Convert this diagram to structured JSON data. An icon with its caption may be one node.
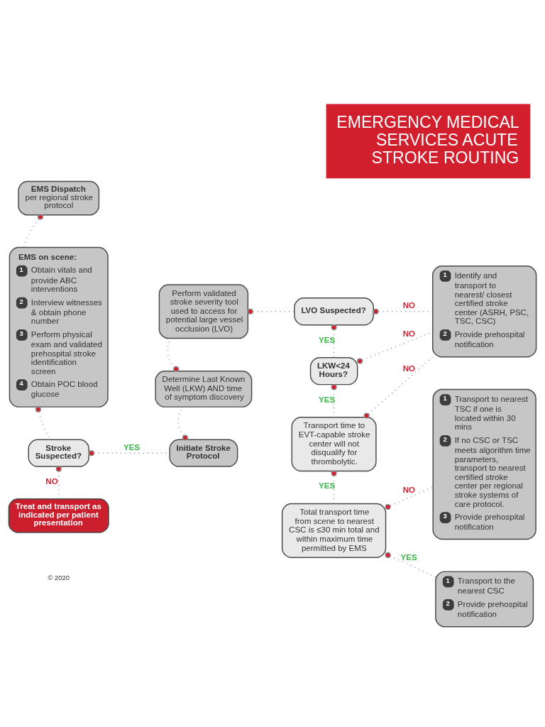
{
  "diagram": {
    "title": "EMERGENCY MEDICAL SERVICES ACUTE STROKE ROUTING",
    "nodes": [
      {
        "text": [
          "EMS Dispatch",
          "per regional stroke protocol"
        ]
      },
      {
        "text": [
          "Perform validated stroke severity tool used to access for potential large vessel occlusion (LVO)"
        ]
      },
      {
        "text": [
          "LVO Suspected?"
        ]
      },
      {
        "text": [
          "1",
          "Identify and transport to nearest/ closest certified stroke center (ASRH, PSC, TSC, CSC)",
          "2",
          "Provide prehospital notification"
        ]
      },
      {
        "text": [
          "EMS on scene:",
          "1",
          "Obtain vitals and provide ABC interventions",
          "2",
          "Interview witnesses & obtain phone number",
          "3",
          "Perform physical exam and validated prehospital stroke identification screen",
          "4",
          "Obtain POC blood glucose"
        ]
      },
      {
        "text": [
          "Determine Last Known Well (LKW) AND time of symptom discovery"
        ]
      },
      {
        "text": [
          "LKW<24 Hours?"
        ]
      },
      {
        "text": [
          "1",
          "Transport to nearest TSC if one is located within 30 mins",
          "2",
          "If no CSC or TSC meets algorithm time parameters, transport to nearest certified stroke center per regional stroke systems of care protocol.",
          "3",
          "Provide prehospital notification"
        ]
      },
      {
        "text": [
          "Initiate Stroke Protocol"
        ]
      },
      {
        "text": [
          "Transport time to EVT-capable stroke center will not disqualify for thrombolytic."
        ]
      },
      {
        "text": [
          "Stroke Suspected?"
        ]
      },
      {
        "text": [
          "Total transport time from scene to nearest CSC is ≤30 min total and within maximum time permitted by EMS"
        ]
      },
      {
        "text": [
          "Treat and transport as indicated per patient presentation"
        ]
      },
      {
        "text": [
          "1",
          "Transport to the nearest CSC",
          "2",
          "Provide prehospital notification"
        ]
      }
    ],
    "edges": [
      {
        "from": 0,
        "to": 4,
        "arrow": "other"
      },
      {
        "from": 4,
        "to": 10,
        "arrow": "other"
      },
      {
        "from": 10,
        "to": 8,
        "arrow": "other",
        "label": "YES"
      },
      {
        "from": 10,
        "to": 12,
        "arrow": "other",
        "label": "NO"
      },
      {
        "from": 8,
        "to": 5,
        "arrow": "other"
      },
      {
        "from": 5,
        "to": 1,
        "arrow": "other"
      },
      {
        "from": 1,
        "to": 2,
        "arrow": "other"
      },
      {
        "from": 2,
        "to": 3,
        "arrow": "other",
        "label": "NO"
      },
      {
        "from": 2,
        "to": 6,
        "arrow": "other",
        "label": "YES"
      },
      {
        "from": 6,
        "to": 3,
        "arrow": "other",
        "label": "NO"
      },
      {
        "from": 6,
        "to": 9,
        "arrow": "other",
        "label": "YES"
      },
      {
        "from": 9,
        "to": 3,
        "arrow": "other",
        "label": "NO"
      },
      {
        "from": 9,
        "to": 11,
        "arrow": "other",
        "label": "YES"
      },
      {
        "from": 11,
        "to": 7,
        "arrow": "other",
        "label": "NO"
      },
      {
        "from": 11,
        "to": 13,
        "arrow": "other",
        "label": "YES"
      }
    ],
    "labels": [
      "© 2020"
    ]
  }
}
